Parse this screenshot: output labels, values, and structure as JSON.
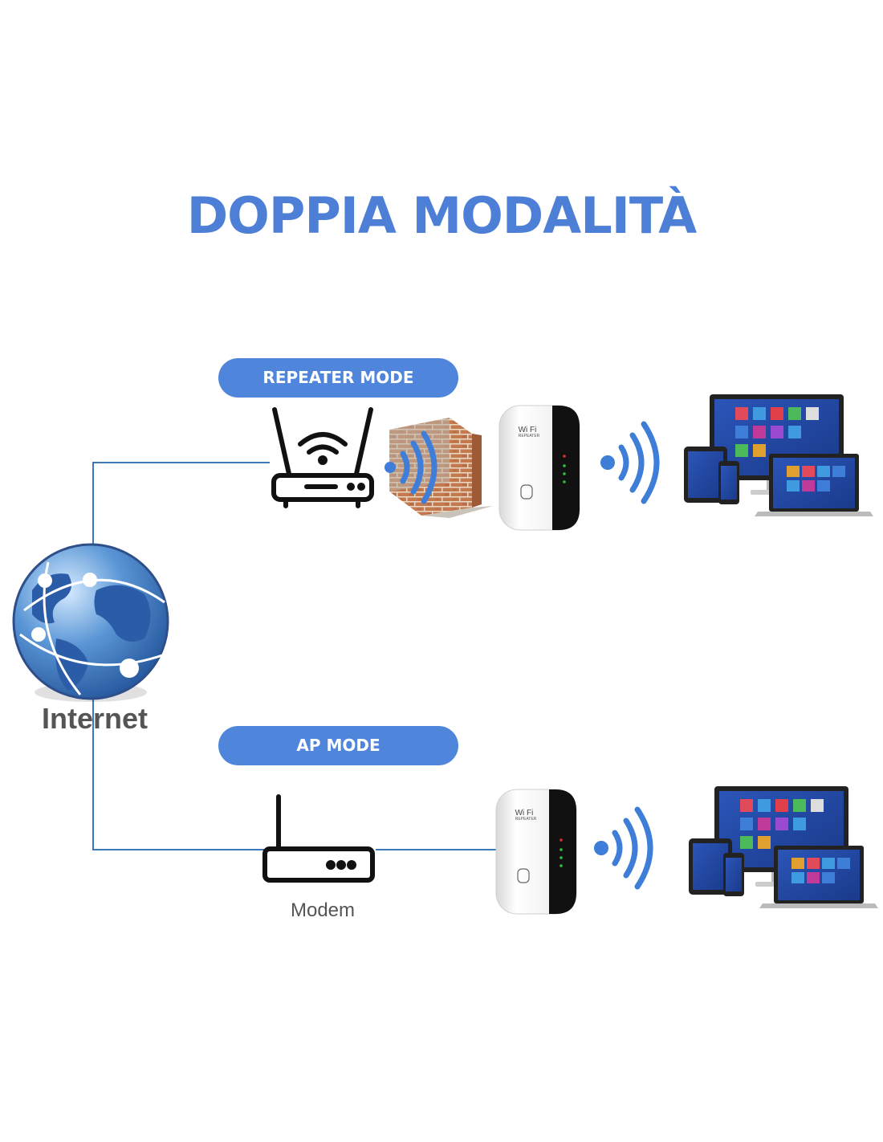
{
  "title": "DOPPIA MODALITÀ",
  "modes": {
    "repeater": "REPEATER MODE",
    "ap": "AP MODE"
  },
  "labels": {
    "internet": "Internet",
    "modem": "Modem"
  },
  "extender": {
    "brand": "Wi Fi",
    "model": "REPEATER"
  },
  "colors": {
    "accent": "#4f86dc",
    "line": "#3a78b8",
    "device_black": "#111111"
  },
  "icons": [
    "globe-icon",
    "router-icon",
    "brick-wall-icon",
    "wifi-signal-icon",
    "wifi-repeater-device",
    "devices-icon",
    "modem-icon"
  ]
}
